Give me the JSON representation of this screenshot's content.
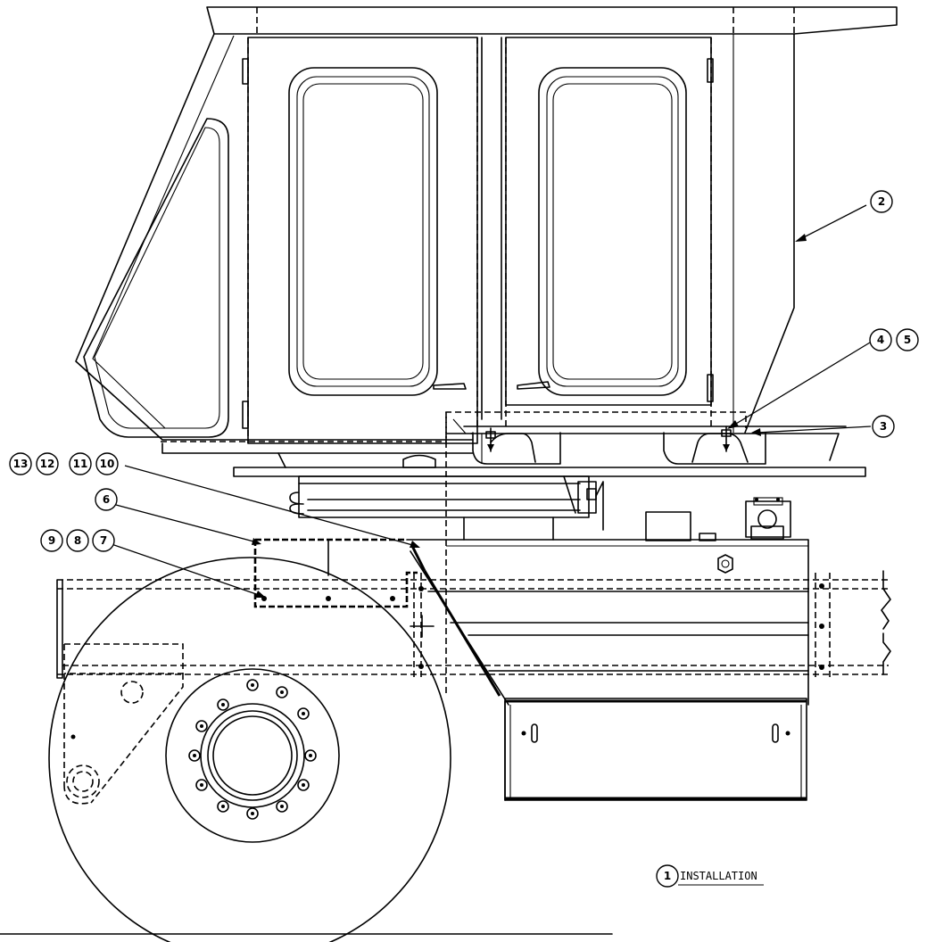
{
  "callouts": [
    {
      "id": "callout-13",
      "label": "13"
    },
    {
      "id": "callout-12",
      "label": "12"
    },
    {
      "id": "callout-11",
      "label": "11"
    },
    {
      "id": "callout-10",
      "label": "10"
    },
    {
      "id": "callout-9",
      "label": "9"
    },
    {
      "id": "callout-8",
      "label": "8"
    },
    {
      "id": "callout-7",
      "label": "7"
    },
    {
      "id": "callout-6",
      "label": "6"
    },
    {
      "id": "callout-5",
      "label": "5"
    },
    {
      "id": "callout-4",
      "label": "4"
    },
    {
      "id": "callout-3",
      "label": "3"
    },
    {
      "id": "callout-2",
      "label": "2"
    },
    {
      "id": "callout-1",
      "label": "1"
    }
  ],
  "caption": {
    "number": "1",
    "text": "INSTALLATION"
  }
}
